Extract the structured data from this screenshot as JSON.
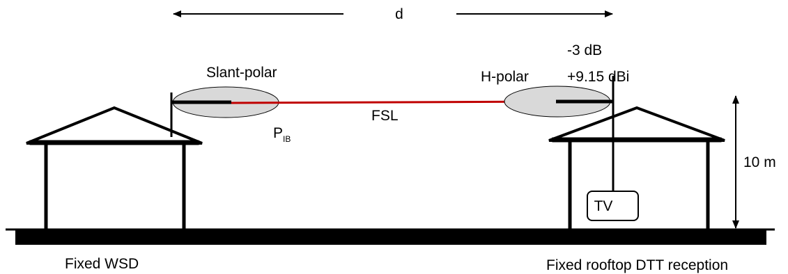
{
  "labels": {
    "distance": "d",
    "tx_polarization": "Slant-polar",
    "rx_polarization": "H-polar",
    "rx_loss": "-3 dB",
    "rx_gain": "+9.15 dBi",
    "path_loss": "FSL",
    "power_main": "P",
    "power_sub": "IB",
    "height": "10 m",
    "receiver_box": "TV",
    "tx_site": "Fixed WSD",
    "rx_site": "Fixed rooftop DTT reception"
  },
  "colors": {
    "link_line": "#c00000",
    "lobe_fill": "#d9d9d9",
    "ink": "#000000"
  }
}
